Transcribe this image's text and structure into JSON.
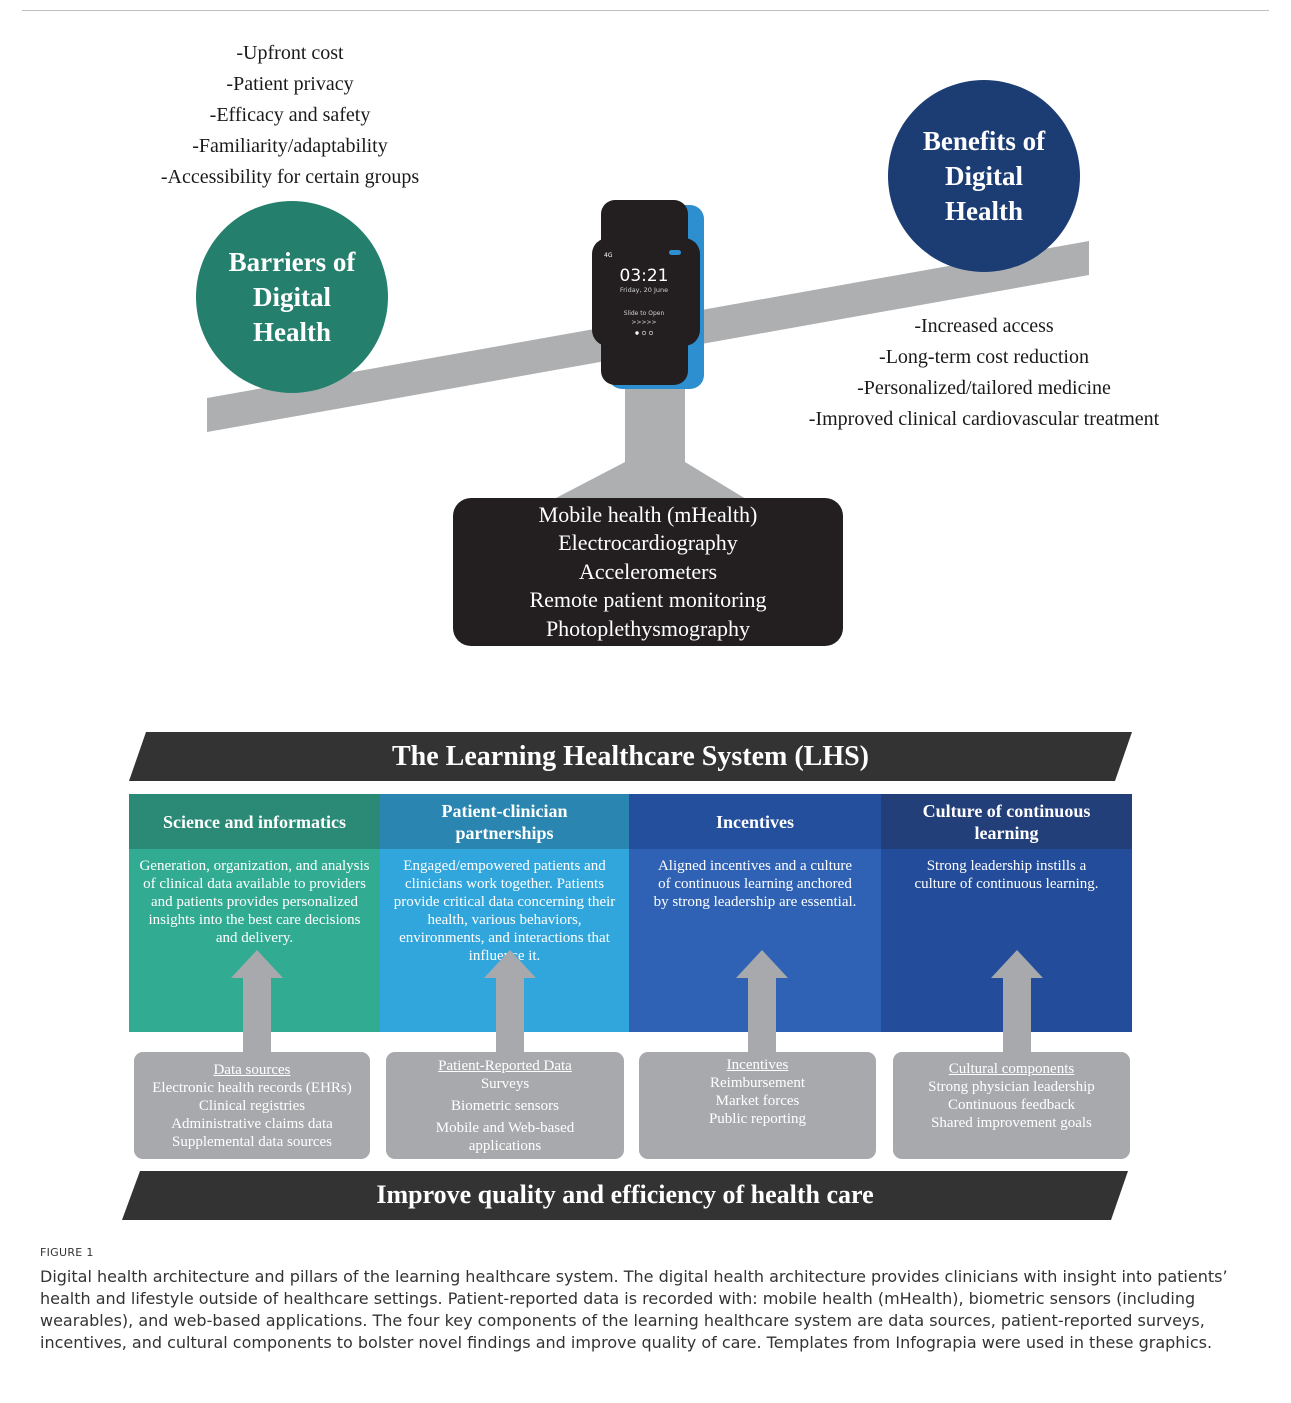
{
  "barriers": {
    "title": "Barriers of Digital Health",
    "items": [
      "-Upfront cost",
      "-Patient privacy",
      "-Efficacy and safety",
      "-Familiarity/adaptability",
      "-Accessibility for certain groups"
    ]
  },
  "benefits": {
    "title": "Benefits of Digital Health",
    "items": [
      "-Increased access",
      "-Long-term cost reduction",
      "-Personalized/tailored medicine",
      "-Improved clinical cardiovascular treatment"
    ]
  },
  "watch": {
    "signal": "4G",
    "time": "03:21",
    "date": "Friday, 20 June",
    "slide": "Slide to Open",
    "chevrons": ">>>>>"
  },
  "technologies": [
    "Mobile health (mHealth)",
    "Electrocardiography",
    "Accelerometers",
    "Remote patient monitoring",
    "Photoplethysmography"
  ],
  "lhs": {
    "title": "The Learning Healthcare System (LHS)",
    "footer": "Improve quality and efficiency of health care",
    "pillars": [
      {
        "title": "Science and informatics",
        "body": "Generation, organization, and analysis of clinical data available to providers and patients provides personalized insights into the best care decisions and delivery.",
        "source_title": "Data sources",
        "source_items": [
          "Electronic health records (EHRs)",
          "Clinical registries",
          "Administrative claims data",
          "Supplemental data sources"
        ]
      },
      {
        "title": "Patient-clinician partnerships",
        "body": "Engaged/empowered patients and clinicians work together. Patients provide critical data concerning their health, various behaviors, environments, and interactions that influence it.",
        "source_title": "Patient-Reported Data",
        "source_items": [
          "Surveys",
          "Biometric sensors",
          "Mobile and Web-based applications"
        ]
      },
      {
        "title": "Incentives",
        "body": "Aligned incentives and a culture of continuous learning anchored by strong leadership are essential.",
        "source_title": "Incentives",
        "source_items": [
          "Reimbursement",
          "Market forces",
          "Public reporting"
        ]
      },
      {
        "title": "Culture of continuous learning",
        "body": "Strong leadership instills a culture of continuous learning.",
        "source_title": "Cultural components",
        "source_items": [
          "Strong physician leadership",
          "Continuous feedback",
          "Shared improvement goals"
        ]
      }
    ]
  },
  "caption": {
    "label": "FIGURE 1",
    "text": "Digital health architecture and pillars of the learning healthcare system. The digital health architecture provides clinicians with insight into patients’ health and lifestyle outside of healthcare settings. Patient-reported data is recorded with: mobile health (mHealth), biometric sensors (including wearables), and web-based applications. The four key components of the learning healthcare system are data sources, patient-reported surveys, incentives, and cultural components to bolster novel findings and improve quality of care. Templates from Infograpia were used in these graphics."
  },
  "colors": {
    "barriers_circle": "#247f6d",
    "benefits_circle": "#1c3c74",
    "beam": "#aeafb1",
    "watch_accent": "#2e8fd0",
    "banner": "#333333",
    "pillar1_head": "#2a8a76",
    "pillar1_body": "#31ac92",
    "pillar2_head": "#2a86b0",
    "pillar2_body": "#30a6dd",
    "pillar3_head": "#234f9c",
    "pillar3_body": "#2f62b5",
    "pillar4_head": "#233f7a",
    "pillar4_body": "#234c9a",
    "source_box": "#a7a9ac"
  }
}
